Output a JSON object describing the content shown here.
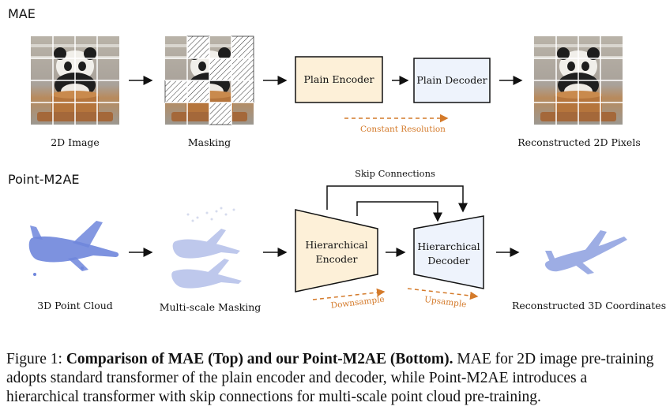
{
  "mae": {
    "section_title": "MAE",
    "image_label": "2D Image",
    "masking_label": "Masking",
    "encoder_label": "Plain Encoder",
    "decoder_label": "Plain Decoder",
    "resolution_note": "Constant Resolution",
    "output_label": "Reconstructed 2D Pixels"
  },
  "point_m2ae": {
    "section_title": "Point-M2AE",
    "cloud_label": "3D Point Cloud",
    "masking_label": "Multi-scale Masking",
    "encoder_label_line1": "Hierarchical",
    "encoder_label_line2": "Encoder",
    "decoder_label_line1": "Hierarchical",
    "decoder_label_line2": "Decoder",
    "skip_label": "Skip Connections",
    "downsample_note": "Downsample",
    "upsample_note": "Upsample",
    "output_label": "Reconstructed 3D Coordinates"
  },
  "caption": {
    "prefix": "Figure 1: ",
    "bold": "Comparison of MAE (Top) and our Point-M2AE (Bottom).",
    "rest": " MAE for 2D image pre-training adopts standard transformer of the plain encoder and decoder, while Point-M2AE introduces a hierarchical transformer with skip connections for multi-scale point cloud pre-training."
  },
  "colors": {
    "encoder_fill": "#fdf0d8",
    "decoder_fill": "#eef3fc",
    "note_orange": "#d47a2a",
    "point_blue": "#6f86dc"
  }
}
